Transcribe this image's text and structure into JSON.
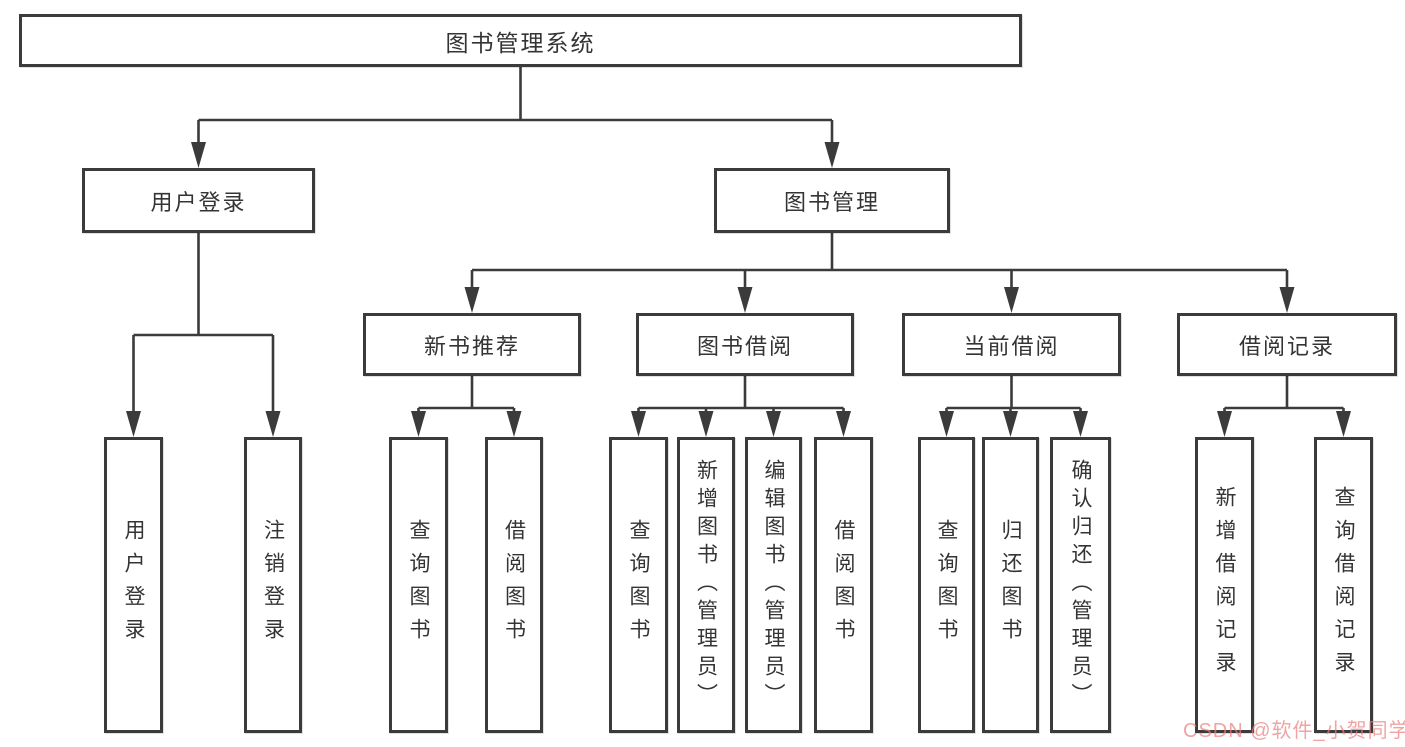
{
  "diagram": {
    "type": "hierarchy-tree",
    "line_color": "#3b3b3b",
    "box_background": "#ffffff",
    "tree": {
      "label": "图书管理系统",
      "children": [
        {
          "label": "用户登录",
          "children": [
            {
              "label": "用户登录"
            },
            {
              "label": "注销登录"
            }
          ]
        },
        {
          "label": "图书管理",
          "children": [
            {
              "label": "新书推荐",
              "children": [
                {
                  "label": "查询图书"
                },
                {
                  "label": "借阅图书"
                }
              ]
            },
            {
              "label": "图书借阅",
              "children": [
                {
                  "label": "查询图书"
                },
                {
                  "label": "新增图书（管理员）"
                },
                {
                  "label": "编辑图书（管理员）"
                },
                {
                  "label": "借阅图书"
                }
              ]
            },
            {
              "label": "当前借阅",
              "children": [
                {
                  "label": "查询图书"
                },
                {
                  "label": "归还图书"
                },
                {
                  "label": "确认归还（管理员）"
                }
              ]
            },
            {
              "label": "借阅记录",
              "children": [
                {
                  "label": "新增借阅记录"
                },
                {
                  "label": "查询借阅记录"
                }
              ]
            }
          ]
        }
      ]
    }
  },
  "watermark": {
    "text": "CSDN @软件_小贺同学",
    "color": "#ec8080"
  }
}
